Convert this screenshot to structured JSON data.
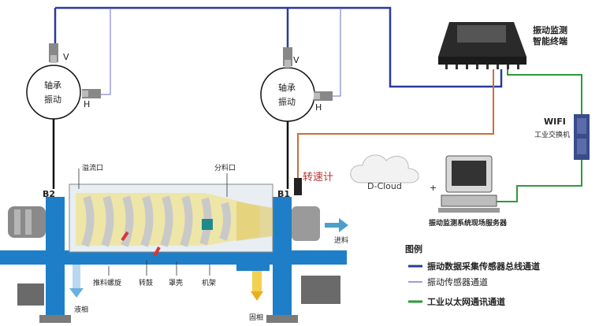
{
  "terminal": {
    "line1": "振动监测",
    "line2": "智能终端"
  },
  "bearing_left": {
    "line1": "轴承",
    "line2": "振动",
    "v": "V",
    "h": "H",
    "point": "B2"
  },
  "bearing_right": {
    "line1": "轴承",
    "line2": "振动",
    "v": "V",
    "h": "H",
    "point": "B1"
  },
  "switch": {
    "line1": "WIFI",
    "line2": "工业交换机"
  },
  "tachometer": "转速计",
  "cloud": "D-Cloud",
  "plus": "+",
  "server": "振动监测系统现场服务器",
  "machine": {
    "overflow_port": "溢流口",
    "split_port": "分料口",
    "feed": "进料",
    "screw": "推料螺旋",
    "drum": "转鼓",
    "housing": "罩壳",
    "frame": "机架",
    "liquid": "液相",
    "solid": "固相"
  },
  "legend": {
    "title": "图例",
    "items": [
      {
        "label": "振动数据采集传感器总线通道",
        "color": "#2b3a9e"
      },
      {
        "label": "振动传感器通道",
        "color": "#9aa0d8"
      },
      {
        "label": "工业以太网通讯通道",
        "color": "#2e9a3a"
      }
    ]
  },
  "colors": {
    "bus": "#2b3a9e",
    "sensor": "#9aa0d8",
    "ethernet": "#2e9a3a",
    "speed": "#c8703a",
    "frame": "#1e7fc8"
  }
}
